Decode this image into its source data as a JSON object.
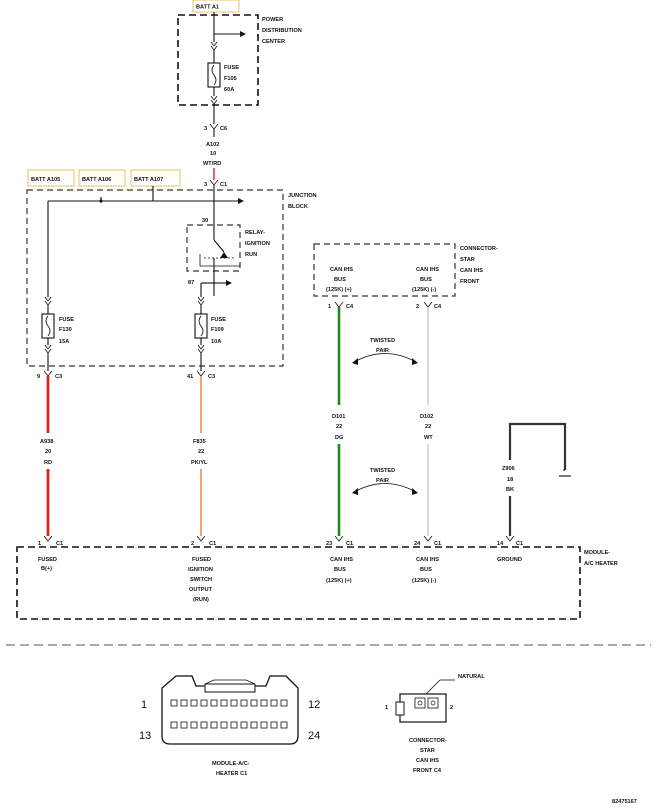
{
  "power_distribution": {
    "batt": "BATT A1",
    "label": [
      "POWER",
      "DISTRIBUTION",
      "CENTER"
    ],
    "fuse": [
      "FUSE",
      "F105",
      "60A"
    ]
  },
  "circuit_a102": {
    "pin": "3",
    "connector": "C6",
    "circuit": "A102",
    "gauge": "10",
    "color": "WT/RD",
    "pin2": "3",
    "connector2": "C1"
  },
  "junction_block": {
    "label": [
      "JUNCTION",
      "BLOCK"
    ],
    "batt": [
      "BATT A105",
      "BATT A106",
      "BATT A107"
    ],
    "relay": [
      "RELAY-",
      "IGNITION",
      "RUN"
    ],
    "relay_pin_top": "30",
    "relay_pin_bottom": "87",
    "fuse_left": [
      "FUSE",
      "F130",
      "15A"
    ],
    "fuse_right": [
      "FUSE",
      "F109",
      "10A"
    ]
  },
  "connector_star": {
    "label": [
      "CONNECTOR-",
      "STAR",
      "CAN IHS",
      "FRONT"
    ],
    "left": [
      "CAN IHS",
      "BUS",
      "(125K) (+)"
    ],
    "right": [
      "CAN IHS",
      "BUS",
      "(125K) (-)"
    ],
    "pin_left": "1",
    "conn_left": "C4",
    "pin_right": "2",
    "conn_right": "C4"
  },
  "twisted_pair": [
    "TWISTED",
    "PAIR"
  ],
  "wires": {
    "a938": {
      "pin": "9",
      "conn": "C3",
      "circuit": "A938",
      "gauge": "20",
      "color": "RD",
      "hex": "#e02020"
    },
    "f835": {
      "pin": "41",
      "conn": "C3",
      "circuit": "F835",
      "gauge": "22",
      "color": "PK/YL",
      "hex": "#f08a5a"
    },
    "d101": {
      "circuit": "D101",
      "gauge": "22",
      "color": "DG",
      "hex": "#1e8a1e"
    },
    "d102": {
      "circuit": "D102",
      "gauge": "22",
      "color": "WT",
      "hex": "#c8c8c8"
    },
    "z906": {
      "circuit": "Z906",
      "gauge": "18",
      "color": "BK",
      "hex": "#333333"
    }
  },
  "module": {
    "label": [
      "MODULE-",
      "A/C HEATER"
    ],
    "pins": [
      {
        "pin": "1",
        "conn": "C1",
        "lines": [
          "FUSED",
          "B(+)"
        ]
      },
      {
        "pin": "2",
        "conn": "C1",
        "lines": [
          "FUSED",
          "IGNITION",
          "SWITCH",
          "OUTPUT",
          "(RUN)"
        ]
      },
      {
        "pin": "23",
        "conn": "C1",
        "lines": [
          "CAN IHS",
          "BUS",
          "(125K) (+)"
        ]
      },
      {
        "pin": "24",
        "conn": "C1",
        "lines": [
          "CAN IHS",
          "BUS",
          "(125K) (-)"
        ]
      },
      {
        "pin": "14",
        "conn": "C1",
        "lines": [
          "GROUND"
        ]
      }
    ]
  },
  "connector_views": {
    "module_name": [
      "MODULE-A/C-",
      "HEATER C1"
    ],
    "pin_labels": [
      "1",
      "12",
      "13",
      "24"
    ],
    "star_name": [
      "CONNECTOR-",
      "STAR",
      "CAN IHS",
      "FRONT C4"
    ],
    "natural": "NATURAL",
    "star_pins": [
      "1",
      "2"
    ]
  },
  "figure_id": "82475167"
}
